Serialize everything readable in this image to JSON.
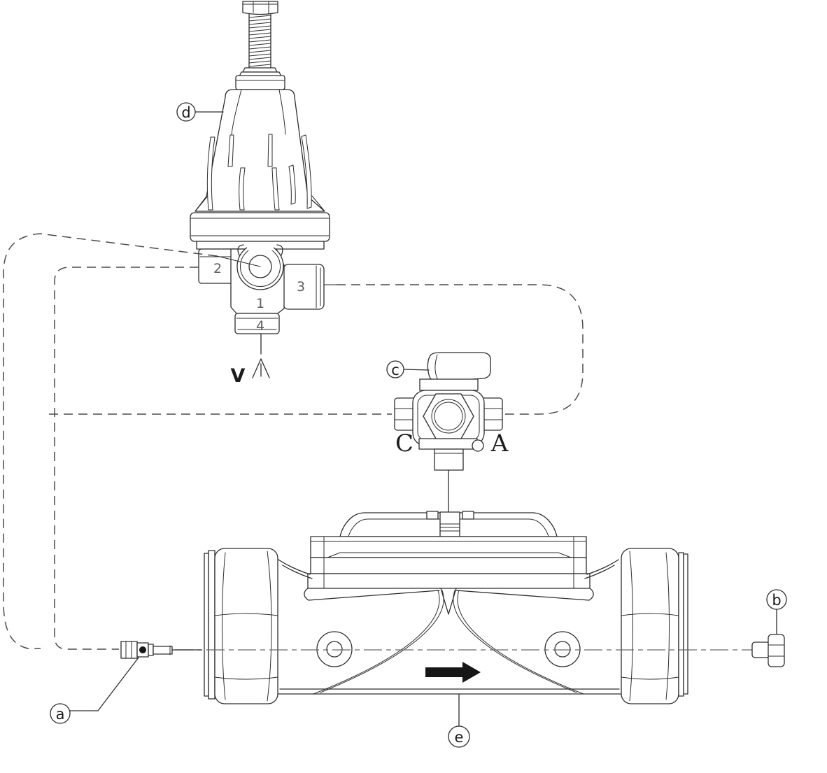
{
  "callouts": {
    "a": "a",
    "b": "b",
    "c": "c",
    "d": "d",
    "e": "e"
  },
  "pilot_valve_ports": {
    "port1": "1",
    "port2": "2",
    "port3": "3",
    "port4": "4"
  },
  "ball_valve_markings": {
    "closed_position": "C",
    "open_position": "A"
  },
  "vent": {
    "label": "V"
  },
  "colors": {
    "bg": "#ffffff",
    "line": "#2d2d2d",
    "dash": "#4c4c4c",
    "center": "#6a6a6a",
    "num": "#5f5f5f",
    "label": "#1c1c1c",
    "arrow": "#161616"
  }
}
